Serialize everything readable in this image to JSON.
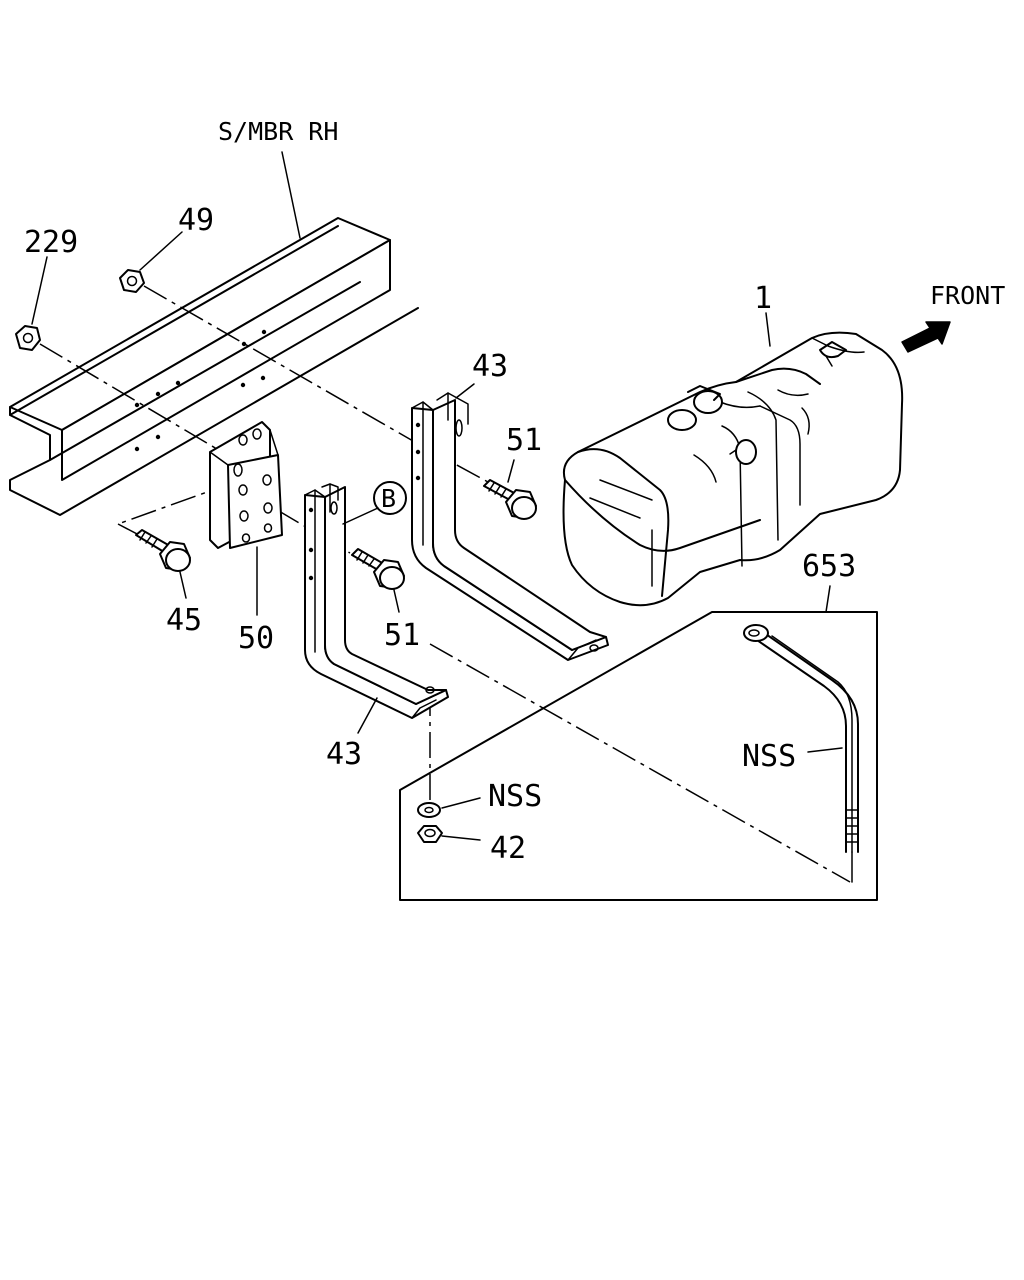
{
  "diagram": {
    "colors": {
      "ink": "#000000",
      "paper": "#ffffff"
    },
    "front_label": "FRONT",
    "front_icon": "arrow-front-icon",
    "side_member_label": "S/MBR RH",
    "callout_b": "B",
    "labels": {
      "p229": "229",
      "p49": "49",
      "p1": "1",
      "p43_upper": "43",
      "p51_upper": "51",
      "p45": "45",
      "p50": "50",
      "p51_lower": "51",
      "p43_lower": "43",
      "p653": "653",
      "nss_strap": "NSS",
      "nss_washer": "NSS",
      "p42": "42"
    }
  }
}
